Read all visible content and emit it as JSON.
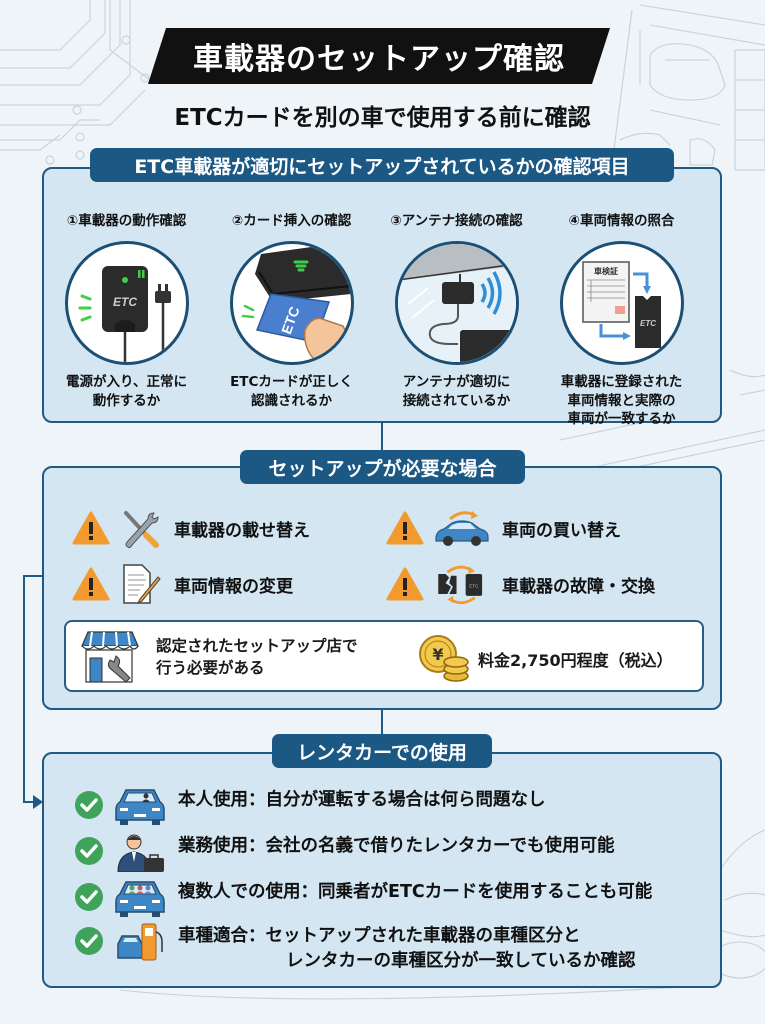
{
  "header": {
    "title": "車載器のセットアップ確認",
    "subtitle": "ETCカードを別の車で使用する前に確認"
  },
  "checklist": {
    "heading": "ETC車載器が適切にセットアップされているかの確認項目",
    "items": [
      {
        "title": "①車載器の動作確認",
        "desc_line1": "電源が入り、正常に",
        "desc_line2": "動作するか",
        "desc_line3": "",
        "icon": "etc-device-power-icon"
      },
      {
        "title": "②カード挿入の確認",
        "desc_line1": "ETCカードが正しく",
        "desc_line2": "認識されるか",
        "desc_line3": "",
        "icon": "card-insert-icon"
      },
      {
        "title": "③アンテナ接続の確認",
        "desc_line1": "アンテナが適切に",
        "desc_line2": "接続されているか",
        "desc_line3": "",
        "icon": "antenna-icon"
      },
      {
        "title": "④車両情報の照合",
        "desc_line1": "車載器に登録された",
        "desc_line2": "車両情報と実際の",
        "desc_line3": "車両が一致するか",
        "icon": "vehicle-certificate-icon",
        "certificate_label": "車検証",
        "device_label": "ETC"
      }
    ],
    "device_label": "ETC",
    "card_label": "ETC"
  },
  "setup_required": {
    "heading": "セットアップが必要な場合",
    "items": [
      {
        "label": "車載器の載せ替え",
        "icon": "tools-icon"
      },
      {
        "label": "車両の買い替え",
        "icon": "car-replace-icon"
      },
      {
        "label": "車両情報の変更",
        "icon": "document-edit-icon"
      },
      {
        "label": "車載器の故障・交換",
        "icon": "device-broken-swap-icon"
      }
    ],
    "shop_line1": "認定されたセットアップ店で",
    "shop_line2": "行う必要がある",
    "fee": "料金2,750円程度（税込）",
    "yen_symbol": "¥"
  },
  "rental": {
    "heading": "レンタカーでの使用",
    "items": [
      {
        "label": "本人使用：自分が運転する場合は何ら問題なし",
        "cont": "",
        "icon": "car-driver-icon"
      },
      {
        "label": "業務使用：会社の名義で借りたレンタカーでも使用可能",
        "cont": "",
        "icon": "businessman-icon"
      },
      {
        "label": "複数人での使用：同乗者がETCカードを使用することも可能",
        "cont": "",
        "icon": "car-passengers-icon"
      },
      {
        "label": "車種適合：セットアップされた車載器の車種区分と",
        "cont": "レンタカーの車種区分が一致しているか確認",
        "icon": "car-fuel-pump-icon"
      }
    ]
  },
  "colors": {
    "navy": "#1c5884",
    "panel_bg": "#d3e6f2",
    "warning": "#f29a2e",
    "check": "#3fa35b",
    "accent_blue": "#3f86c6",
    "etc_green": "#3ecf4a"
  }
}
